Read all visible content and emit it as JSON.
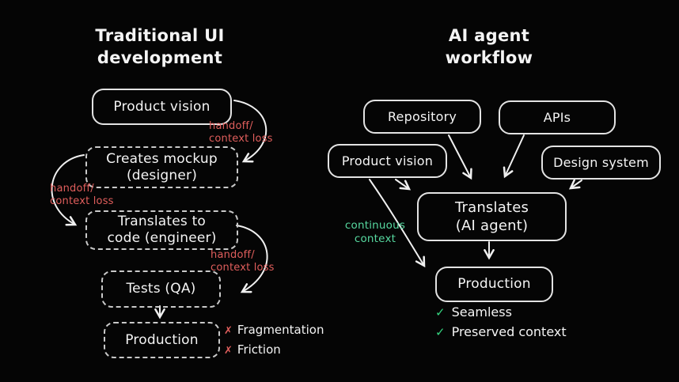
{
  "colors": {
    "bg": "#050505",
    "border-solid": "#e3e3e3",
    "border-dashed": "#c9c9c9",
    "text": "#f4f4f4",
    "red": "#e05e5c",
    "green": "#57d9a0",
    "check": "#34d27e",
    "arrow": "#f0f0f0"
  },
  "icons": {
    "check": "✓",
    "cross": "✗"
  },
  "left": {
    "title": "Traditional UI\ndevelopment",
    "boxes": [
      {
        "label": "Product vision"
      },
      {
        "label": "Creates mockup\n(designer)"
      },
      {
        "label": "Translates to\ncode (engineer)"
      },
      {
        "label": "Tests (QA)"
      },
      {
        "label": "Production"
      }
    ],
    "handoffs": [
      "handoff/\ncontext loss",
      "handoff/\ncontext loss",
      "handoff/\ncontext loss"
    ],
    "issues": [
      "Fragmentation",
      "Friction"
    ]
  },
  "right": {
    "title": "AI agent\nworkflow",
    "boxes": [
      {
        "label": "Repository"
      },
      {
        "label": "APIs"
      },
      {
        "label": "Product vision"
      },
      {
        "label": "Design system"
      },
      {
        "label": "Translates\n(AI agent)"
      },
      {
        "label": "Production"
      }
    ],
    "context_note": "continuous\ncontext",
    "benefits": [
      "Seamless",
      "Preserved context"
    ]
  }
}
